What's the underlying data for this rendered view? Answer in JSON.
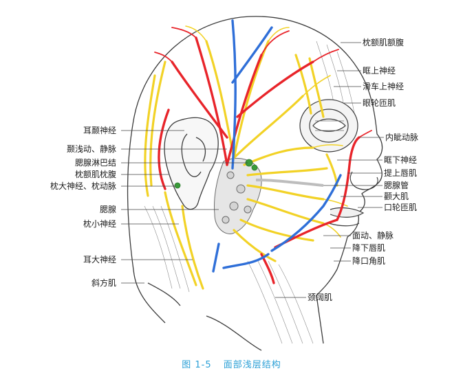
{
  "colors": {
    "artery": "#e8242a",
    "vein": "#2f6fd8",
    "nerve": "#f2d226",
    "nerve_edge": "#b89c10",
    "gland": "#e6e6e6",
    "node": "#3a9b3a",
    "outline": "#3a3a3a",
    "caption": "#2a9fd6"
  },
  "labels_left": [
    "耳颞神经",
    "颞浅动、静脉",
    "腮腺淋巴结",
    "枕额肌枕腹",
    "枕大神经、枕动脉",
    "腮腺",
    "枕小神经",
    "耳大神经",
    "斜方肌"
  ],
  "labels_right": [
    "枕额肌额腹",
    "眶上神经",
    "滑车上神经",
    "眼轮匝肌",
    "内眦动脉",
    "眶下神经",
    "提上唇肌",
    "腮腺管",
    "颧大肌",
    "口轮匝肌",
    "面动、静脉",
    "降下唇肌",
    "降口角肌",
    "颈阔肌"
  ],
  "caption": {
    "number": "图 1-5",
    "title": "面部浅层结构"
  }
}
